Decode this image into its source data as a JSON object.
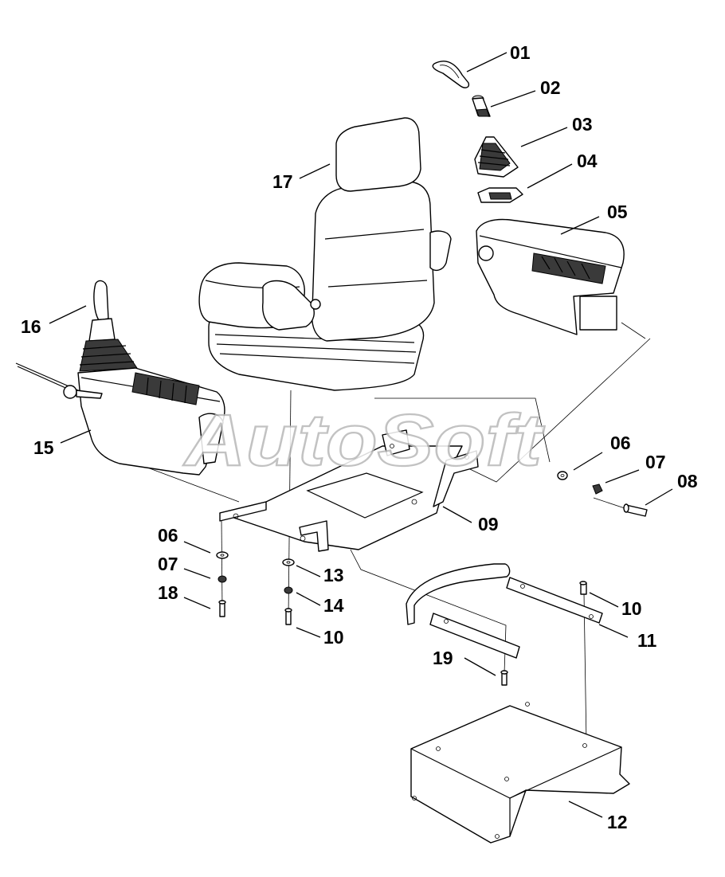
{
  "watermark": "AutoSoft",
  "labels": {
    "p01": "01",
    "p02": "02",
    "p03": "03",
    "p04": "04",
    "p05": "05",
    "p06a": "06",
    "p07a": "07",
    "p08": "08",
    "p09": "09",
    "p06b": "06",
    "p07b": "07",
    "p18": "18",
    "p13": "13",
    "p14": "14",
    "p10a": "10",
    "p10b": "10",
    "p11": "11",
    "p19": "19",
    "p12": "12",
    "p15": "15",
    "p16": "16",
    "p17": "17"
  }
}
